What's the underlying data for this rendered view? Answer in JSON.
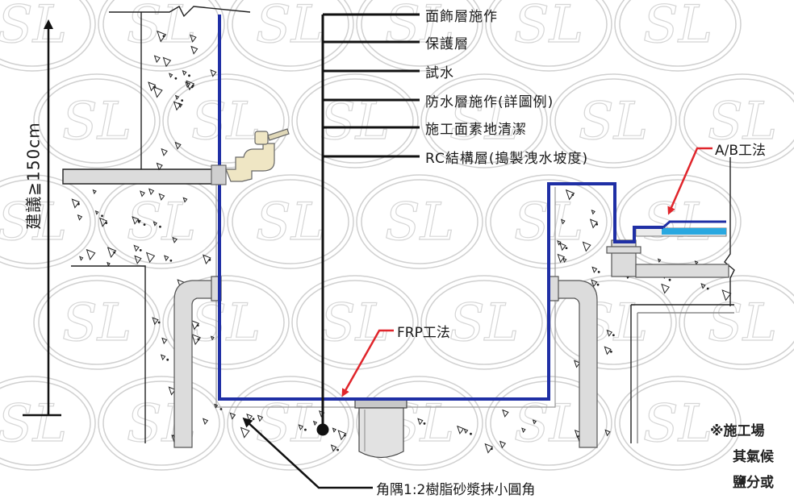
{
  "layers": [
    "面飾層施作",
    "保護層",
    "試水",
    "防水層施作(詳圖例)",
    "施工面素地清潔",
    "RC結構層(搗製洩水坡度)"
  ],
  "height_note": "建議≧150cm",
  "callouts": {
    "ab": "A/B工法",
    "frp": "FRP工法",
    "corner": "角隅1:2樹脂砂漿抹小圓角"
  },
  "side_note": [
    "※施工場",
    "其氣候",
    "鹽分或"
  ],
  "watermark_text": "SL",
  "colors": {
    "membrane": "#1f2fa5",
    "arrow": "#e0252b",
    "blue_fill": "#29a8e0",
    "pipe": "#d7d7d7",
    "line": "#222222"
  }
}
